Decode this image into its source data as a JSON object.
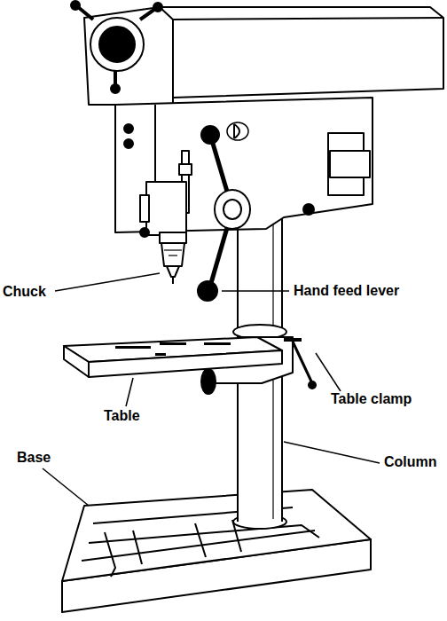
{
  "diagram": {
    "labels": [
      "Chuck",
      "Hand feed lever",
      "Table clamp",
      "Table",
      "Base",
      "Column"
    ]
  }
}
